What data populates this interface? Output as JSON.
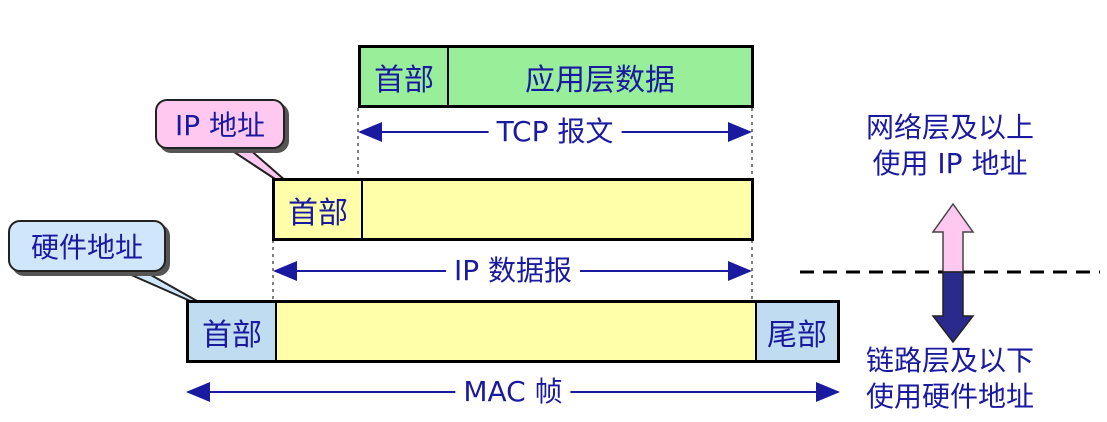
{
  "tcp_segment": {
    "header": "首部",
    "data": "应用层数据",
    "span_label": "TCP 报文"
  },
  "ip_datagram": {
    "header": "首部",
    "span_label": "IP 数据报"
  },
  "mac_frame": {
    "header": "首部",
    "trailer": "尾部",
    "span_label": "MAC 帧"
  },
  "callouts": {
    "ip_address": "IP 地址",
    "hardware_address": "硬件地址"
  },
  "network_side": {
    "line1": "网络层及以上",
    "line2": "使用 IP 地址"
  },
  "link_side": {
    "line1": "链路层及以下",
    "line2": "使用硬件地址"
  },
  "colors": {
    "tcp_fill": "#99ee99",
    "ip_fill": "#ffffaa",
    "mac_header_fill": "#bfdcf0",
    "ip_callout_fill": "#ffc8f0",
    "hw_callout_fill": "#cfe6fb",
    "arrow_up_fill": "#ffc8f0",
    "arrow_down_fill": "#2a2a8c",
    "text": "#1a1aa0"
  }
}
